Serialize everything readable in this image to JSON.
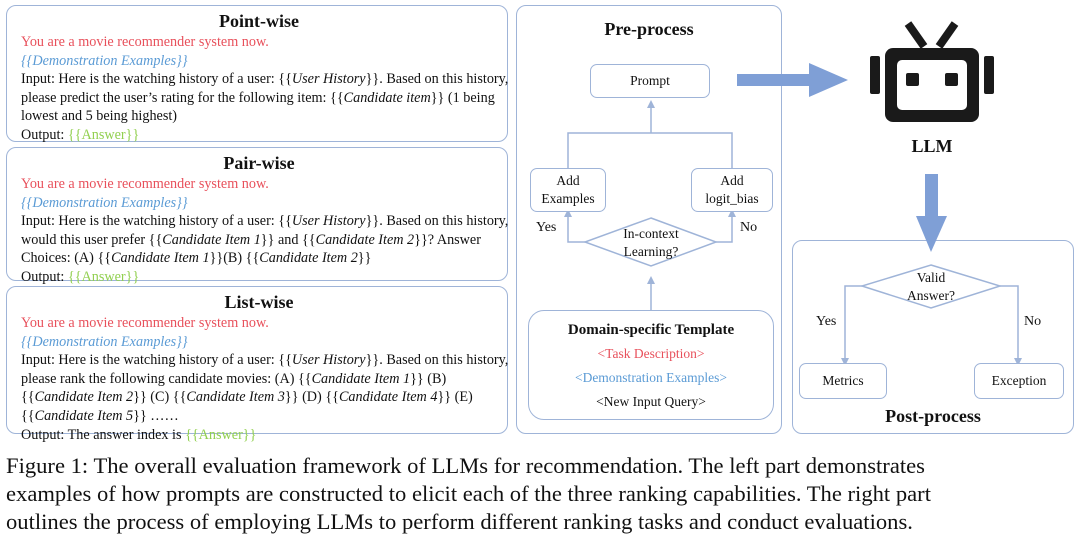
{
  "pointwise": {
    "title": "Point-wise",
    "role": "You are a movie recommender system now.",
    "demo": "{{Demonstration  Examples}}",
    "l1a": "Input: Here is the watching history of a user: {{",
    "l1b": "User History",
    "l1c": "}}. Based on this history,",
    "l2a": "please predict the user’s rating for the following item: {{",
    "l2b": "Candidate item",
    "l2c": "}} (1 being",
    "l3": "lowest and 5 being highest)",
    "out_label": "Output: ",
    "answer": "{{Answer}}"
  },
  "pairwise": {
    "title": "Pair-wise",
    "role": "You are a movie recommender system now.",
    "demo": "{{Demonstration  Examples}}",
    "l1a": "Input: Here is the watching history of a user: {{",
    "l1b": "User History",
    "l1c": "}}. Based on this history,",
    "l2a": "would this user prefer {{",
    "l2b": "Candidate Item 1",
    "l2c": "}} and {{",
    "l2d": "Candidate Item 2",
    "l2e": "}}? Answer",
    "l3a": "Choices: (A) {{",
    "l3b": "Candidate Item 1",
    "l3c": "}}(B) {{",
    "l3d": "Candidate Item 2",
    "l3e": "}}",
    "out_label": "Output: ",
    "answer": "{{Answer}}"
  },
  "listwise": {
    "title": "List-wise",
    "role": "You are a movie recommender system now.",
    "demo": "{{Demonstration  Examples}}",
    "l1a": "Input: Here is the watching history of a user: {{",
    "l1b": "User History",
    "l1c": "}}. Based on this history,",
    "l2a": "please rank the following candidate movies: (A) {{",
    "l2b": "Candidate Item 1",
    "l2c": "}} (B)",
    "l3a": "{{",
    "l3b": "Candidate Item 2",
    "l3c": "}} (C) {{",
    "l3d": "Candidate Item 3",
    "l3e": "}} (D) {{",
    "l3f": "Candidate Item 4",
    "l3g": "}} (E)",
    "l4a": "{{",
    "l4b": "Candidate Item 5",
    "l4c": "}} ……",
    "out_label": "Output: The answer index is ",
    "answer": "{{Answer}}"
  },
  "preprocess": {
    "title": "Pre-process",
    "prompt": "Prompt",
    "add_examples": "Add\nExamples",
    "add_logit": "Add\nlogit_bias",
    "yes": "Yes",
    "no": "No",
    "icl": "In-context\nLearning?",
    "template_title": "Domain-specific Template",
    "task": "<Task Description>",
    "demo": "<Demonstration Examples>",
    "query": "<New Input Query>"
  },
  "llm": {
    "label": "LLM"
  },
  "postprocess": {
    "title": "Post-process",
    "valid": "Valid\nAnswer?",
    "yes": "Yes",
    "no": "No",
    "metrics": "Metrics",
    "exception": "Exception"
  },
  "caption": {
    "line1": "Figure 1: The overall evaluation framework of LLMs for recommendation. The left part demonstrates",
    "line2": "examples of how prompts are constructed to elicit each of the three ranking capabilities. The right part",
    "line3": "outlines the process of employing LLMs to perform different ranking tasks and conduct evaluations."
  },
  "colors": {
    "border": "#9fb4d8",
    "arrow": "#7f9fd6",
    "red": "#e8505b",
    "blue": "#5b9bd5",
    "green": "#92d050"
  }
}
